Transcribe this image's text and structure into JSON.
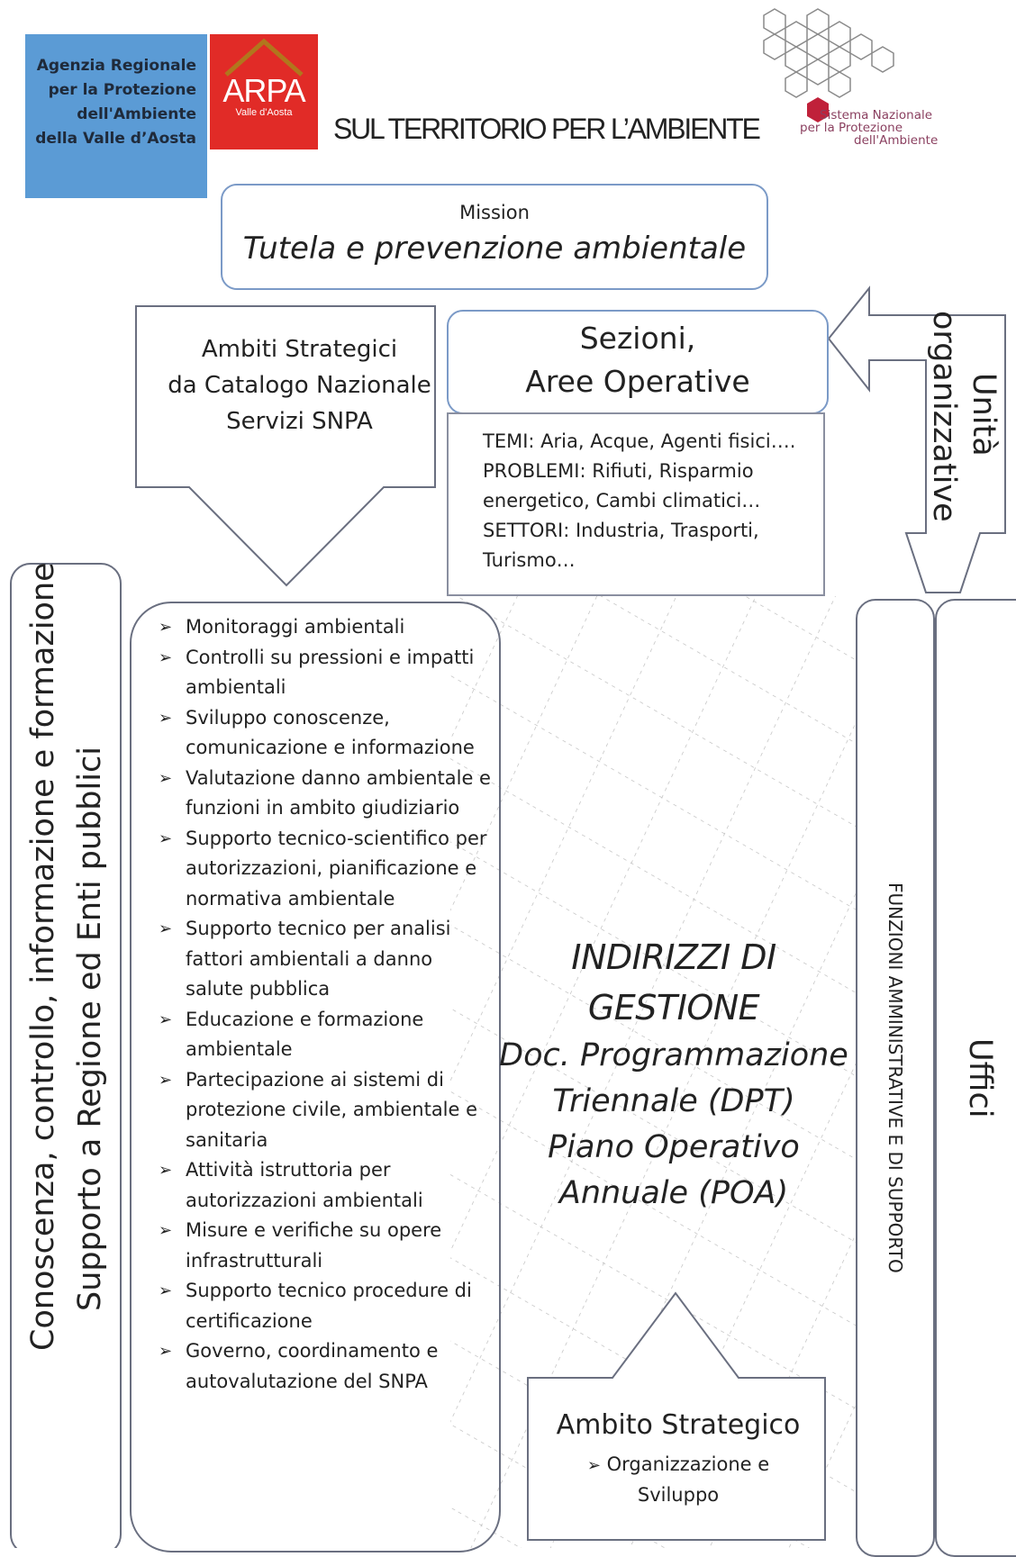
{
  "header": {
    "agency_lines": [
      "Agenzia Regionale",
      "per la Protezione",
      "dell'Ambiente",
      "della Valle d’Aosta"
    ],
    "logo_word": "ARPA",
    "logo_sub": "Valle d'Aosta",
    "slogan": "SUL TERRITORIO PER L’AMBIENTE",
    "snpa_lines": [
      "Sistema Nazionale",
      "per la Protezione",
      "dell'Ambiente"
    ]
  },
  "mission": {
    "label": "Mission",
    "text": "Tutela e prevenzione ambientale"
  },
  "ambiti": {
    "lines": [
      "Ambiti Strategici",
      "da Catalogo Nazionale",
      "Servizi SNPA"
    ]
  },
  "sezioni": {
    "lines": [
      "Sezioni,",
      "Aree Operative"
    ]
  },
  "temi": {
    "lines": [
      "TEMI: Aria, Acque, Agenti fisici….",
      "PROBLEMI: Rifiuti, Risparmio",
      "energetico, Cambi climatici…",
      "SETTORI: Industria, Trasporti,",
      "Turismo…"
    ]
  },
  "unita": {
    "lines": [
      "Unità",
      "organizzative"
    ]
  },
  "left_vertical": {
    "lines": [
      "Conoscenza, controllo, informazione e formazione",
      "Supporto a Regione ed Enti pubblici"
    ]
  },
  "services": {
    "bullet": "➢",
    "items": [
      "Monitoraggi ambientali",
      "Controlli su pressioni e impatti ambientali",
      "Sviluppo conoscenze, comunicazione e informazione",
      "Valutazione danno ambientale e funzioni in ambito giudiziario",
      "Supporto tecnico-scientifico per autorizzazioni, pianificazione e normativa ambientale",
      "Supporto tecnico per analisi fattori ambientali a danno salute pubblica",
      "Educazione e formazione ambientale",
      "Partecipazione ai sistemi di protezione civile, ambientale e sanitaria",
      "Attività istruttoria per autorizzazioni ambientali",
      "Misure e verifiche su opere infrastrutturali",
      "Supporto tecnico procedure di certificazione",
      "Governo, coordinamento e autovalutazione del SNPA"
    ]
  },
  "indirizzi": {
    "title_lines": [
      "INDIRIZZI DI",
      "GESTIONE"
    ],
    "lines": [
      "Doc. Programmazione",
      "Triennale (DPT)",
      "Piano Operativo",
      "Annuale (POA)"
    ]
  },
  "funzioni": {
    "label": "FUNZIONI AMMINISTRATIVE E DI SUPPORTO"
  },
  "uffici": {
    "label": "Uffici"
  },
  "ambito_strategico": {
    "title": "Ambito Strategico",
    "bullet": "➢",
    "item_lines": [
      "Organizzazione e",
      "Sviluppo"
    ]
  },
  "colors": {
    "agency_bg": "#5b9bd5",
    "logo_red": "#e12b27",
    "box_border": "#7b9ac7",
    "snpa_purple": "#8a3f5f"
  }
}
